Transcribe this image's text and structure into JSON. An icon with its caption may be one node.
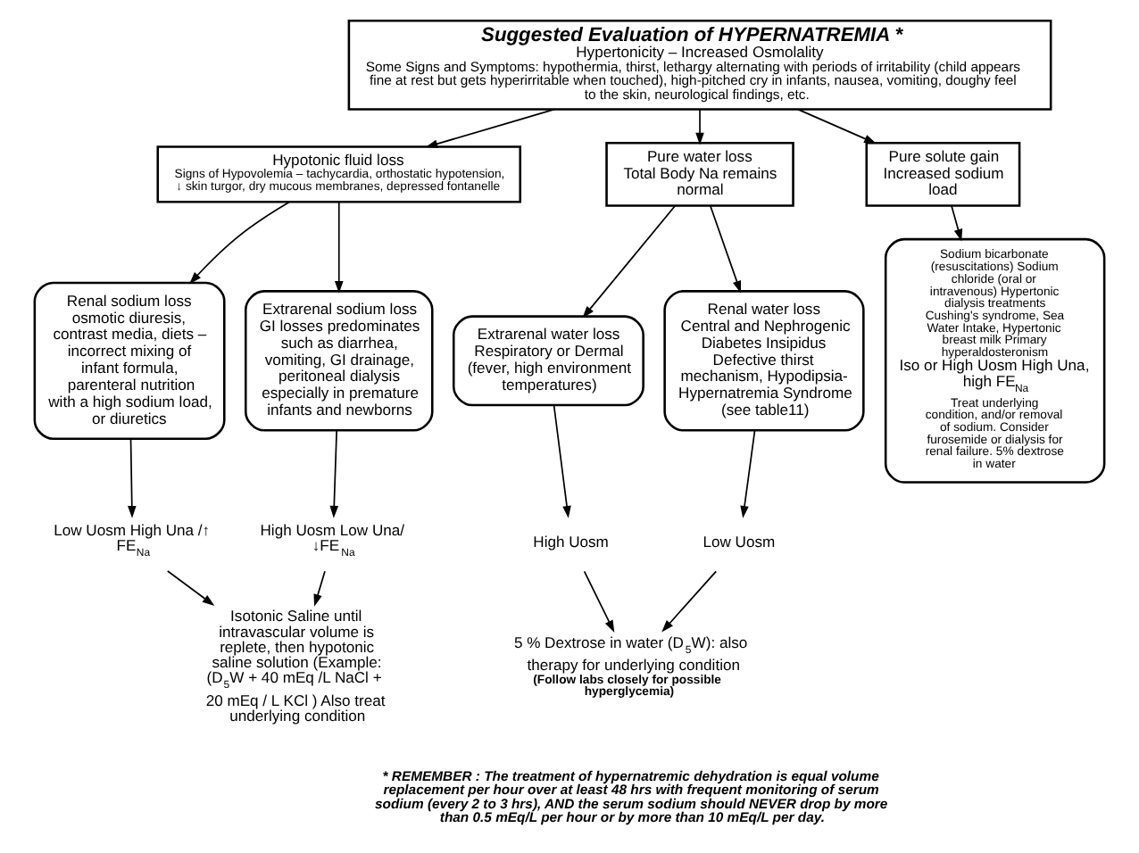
{
  "diagram": {
    "nodes": [
      {
        "text": [
          "Suggested Evaluation of HYPERNATREMIA *",
          "Hypertonicity – Increased Osmolality",
          "Some Signs and Symptoms: hypothermia, thirst, lethargy alternating with periods of irritability (child appears fine at rest but gets hyperirritable when touched), high-pitched cry in infants, nausea, vomiting, doughy feel to the skin, neurological findings, etc."
        ]
      },
      {
        "text": [
          "Hypotonic fluid loss",
          "Signs of Hypovolemia – tachycardia, orthostatic hypotension, ↓ skin turgor, dry mucous membranes, depressed fontanelle"
        ]
      },
      {
        "text": [
          "Pure water loss",
          "Total Body Na remains normal"
        ]
      },
      {
        "text": [
          "Pure solute gain Increased sodium load"
        ]
      },
      {
        "text": [
          "Renal sodium loss",
          "osmotic diuresis, contrast media, diets – incorrect mixing of infant formula, parenteral nutrition with a high sodium load, or diuretics"
        ]
      },
      {
        "text": [
          "Extrarenal sodium loss",
          "GI losses predominates such as diarrhea, vomiting, GI drainage, peritoneal dialysis especially in premature infants and newborns"
        ]
      },
      {
        "text": [
          "Extrarenal water loss",
          "Respiratory or Dermal (fever, high environment temperatures)"
        ]
      },
      {
        "text": [
          "Renal water loss",
          "Central and Nephrogenic Diabetes Insipidus Defective thirst mechanism, Hypodipsia-Hypernatremia Syndrome (see table11)"
        ]
      },
      {
        "text": [
          "Sodium bicarbonate (resuscitations) Sodium chloride (oral or intravenous) Hypertonic dialysis treatments Cushing's syndrome, Sea Water Intake, Hypertonic breast milk Primary hyperaldosteronism",
          "Iso or High Uosm High Una, high FE$_{Na}$",
          "Treat underlying condition, and/or removal of sodium. Consider furosemide or dialysis for renal failure. 5% dextrose in water"
        ]
      },
      {
        "text": [
          "Low Uosm High Una /↑ FE$_{Na}$"
        ]
      },
      {
        "text": [
          "High Uosm Low Una/ ↓FE$_{Na}$"
        ]
      },
      {
        "text": [
          "High Uosm"
        ]
      },
      {
        "text": [
          "Low Uosm"
        ]
      },
      {
        "text": [
          "Isotonic Saline until intravascular volume is replete, then hypotonic saline solution (Example: (D$_{5}$W + 40 mEq /L NaCl + 20 mEq / L KCl ) Also treat underlying condition"
        ]
      },
      {
        "text": [
          "5 % Dextrose in water (D$_{5}$W): also therapy for underlying condition",
          "(Follow labs closely for possible hyperglycemia)"
        ]
      }
    ],
    "edges": [
      {
        "from": 0,
        "to": 1,
        "arrow": "to"
      },
      {
        "from": 0,
        "to": 2,
        "arrow": "to"
      },
      {
        "from": 0,
        "to": 3,
        "arrow": "to"
      },
      {
        "from": 1,
        "to": 4,
        "arrow": "to"
      },
      {
        "from": 1,
        "to": 5,
        "arrow": "to"
      },
      {
        "from": 2,
        "to": 6,
        "arrow": "to"
      },
      {
        "from": 2,
        "to": 7,
        "arrow": "to"
      },
      {
        "from": 3,
        "to": 8,
        "arrow": "to"
      },
      {
        "from": 4,
        "to": 9,
        "arrow": "to"
      },
      {
        "from": 5,
        "to": 10,
        "arrow": "to"
      },
      {
        "from": 6,
        "to": 11,
        "arrow": "to"
      },
      {
        "from": 7,
        "to": 12,
        "arrow": "to"
      },
      {
        "from": 9,
        "to": 13,
        "arrow": "to"
      },
      {
        "from": 10,
        "to": 13,
        "arrow": "to"
      },
      {
        "from": 11,
        "to": 14,
        "arrow": "to"
      },
      {
        "from": 12,
        "to": 14,
        "arrow": "to"
      }
    ],
    "labels": [
      "* REMEMBER : The treatment of hypernatremic dehydration is equal volume replacement per hour over at least 48 hrs with frequent monitoring of serum sodium (every 2 to 3 hrs), AND the serum sodium should NEVER drop by more than 0.5 mEq/L per hour or by more than 10 mEq/L per day."
    ]
  }
}
